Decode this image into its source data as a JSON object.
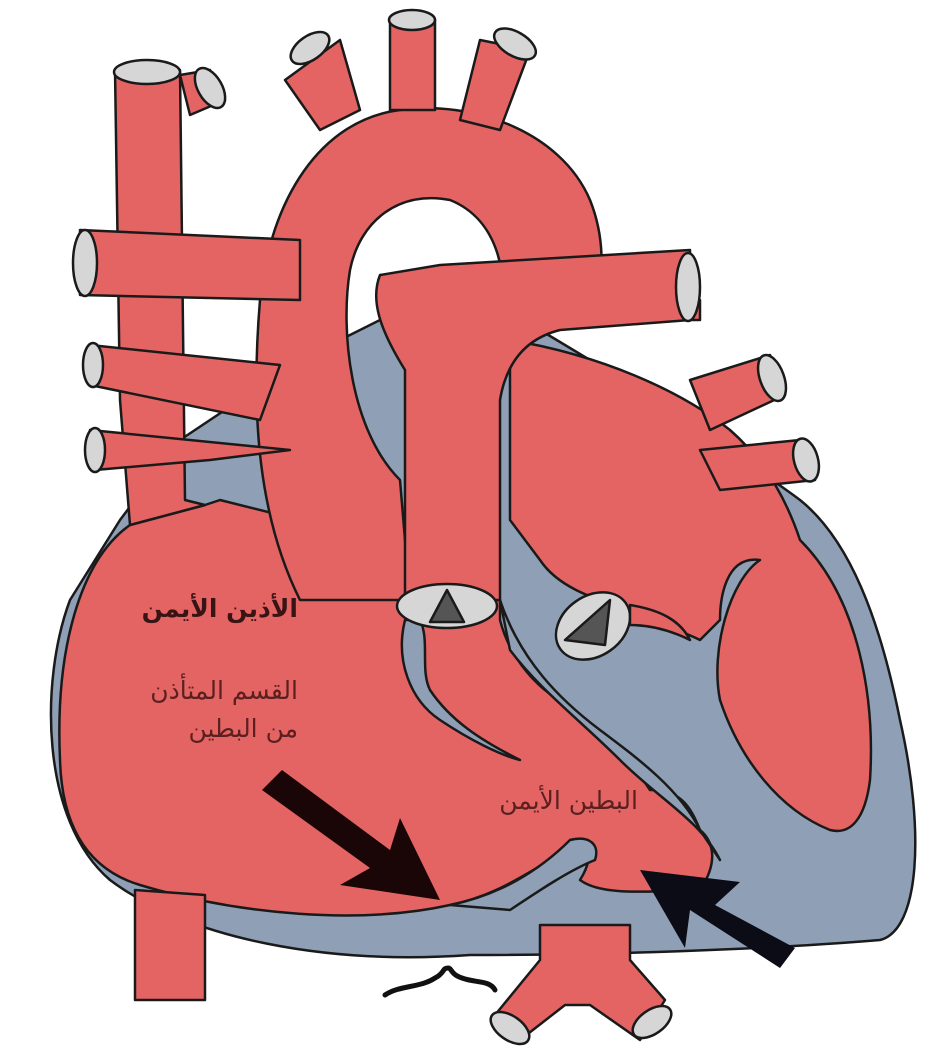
{
  "labels": {
    "right_atrium": "الأذين الأيمن",
    "atrialized_ventricle_line1": "القسم المتأذن",
    "atrialized_ventricle_line2": "من البطين",
    "right_ventricle": "البطين الأيمن"
  },
  "colors": {
    "vessel_fill": "#e46464",
    "wall_fill": "#8fa0b6",
    "vessel_end": "#d6d6d6",
    "outline": "#1a1a1a",
    "arrow": "#1a0606"
  },
  "icons": [
    "left-arrow-icon",
    "right-arrow-icon",
    "brace-icon"
  ]
}
